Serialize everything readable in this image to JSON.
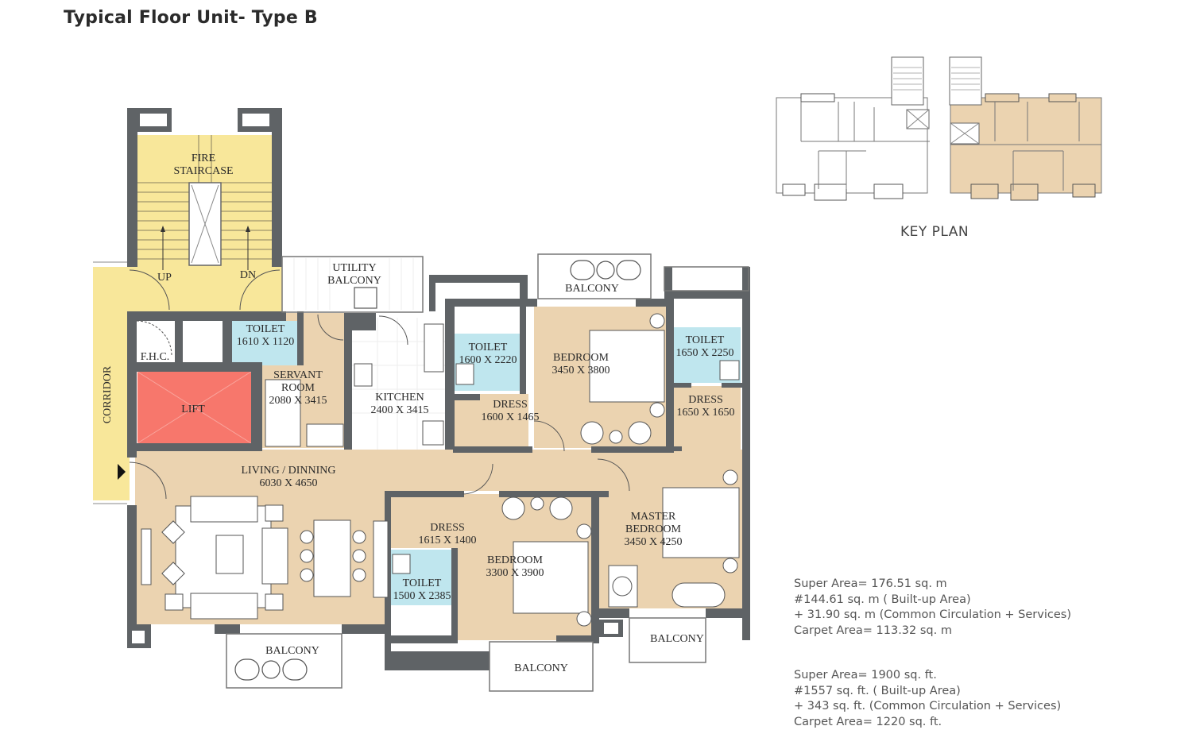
{
  "title": "Typical Floor Unit- Type B",
  "colors": {
    "wall": "#5f6366",
    "living_fill": "#ebd3b0",
    "staircase_fill": "#f8e79a",
    "lift_fill": "#f7776c",
    "toilet_fill": "#bfe6ee",
    "white": "#ffffff",
    "keyplan_highlight": "#ebd3b0"
  },
  "rooms": {
    "fire_staircase": {
      "line1": "FIRE",
      "line2": "STAIRCASE"
    },
    "stair_up": "UP",
    "stair_dn": "DN",
    "corridor": "CORRIDOR",
    "fhc": "F.H.C.",
    "lift": "LIFT",
    "utility_balcony": {
      "line1": "UTILITY",
      "line2": "BALCONY"
    },
    "toilet_servant": {
      "name": "TOILET",
      "size": "1610 X 1120"
    },
    "servant_room": {
      "line1": "SERVANT",
      "line2": "ROOM",
      "size": "2080 X 3415"
    },
    "kitchen": {
      "name": "KITCHEN",
      "size": "2400 X 3415"
    },
    "toilet_2": {
      "name": "TOILET",
      "size": "1600 X 2220"
    },
    "dress_2": {
      "name": "DRESS",
      "size": "1600 X 1465"
    },
    "balcony_top": "BALCONY",
    "bedroom_2": {
      "name": "BEDROOM",
      "size": "3450 X 3800"
    },
    "toilet_master": {
      "name": "TOILET",
      "size": "1650 X 2250"
    },
    "dress_master": {
      "name": "DRESS",
      "size": "1650 X 1650"
    },
    "living_dining": {
      "name": "LIVING / DINNING",
      "size": "6030 X 4650"
    },
    "dress_3": {
      "name": "DRESS",
      "size": "1615 X 1400"
    },
    "toilet_3": {
      "name": "TOILET",
      "size": "1500 X 2385"
    },
    "bedroom_3": {
      "name": "BEDROOM",
      "size": "3300 X 3900"
    },
    "master_bedroom": {
      "line1": "MASTER",
      "line2": "BEDROOM",
      "size": "3450 X 4250"
    },
    "balcony_living": "BALCONY",
    "balcony_bedroom3": "BALCONY",
    "balcony_master": "BALCONY"
  },
  "key_plan": {
    "caption": "KEY PLAN"
  },
  "areas_metric": [
    "Super Area= 176.51 sq. m",
    "#144.61 sq. m ( Built-up Area)",
    "+ 31.90 sq. m (Common Circulation + Services)",
    "Carpet Area= 113.32 sq. m"
  ],
  "areas_imperial": [
    "Super Area= 1900 sq. ft.",
    "#1557 sq. ft. ( Built-up Area)",
    "+ 343 sq. ft. (Common Circulation + Services)",
    "Carpet Area= 1220 sq. ft."
  ]
}
